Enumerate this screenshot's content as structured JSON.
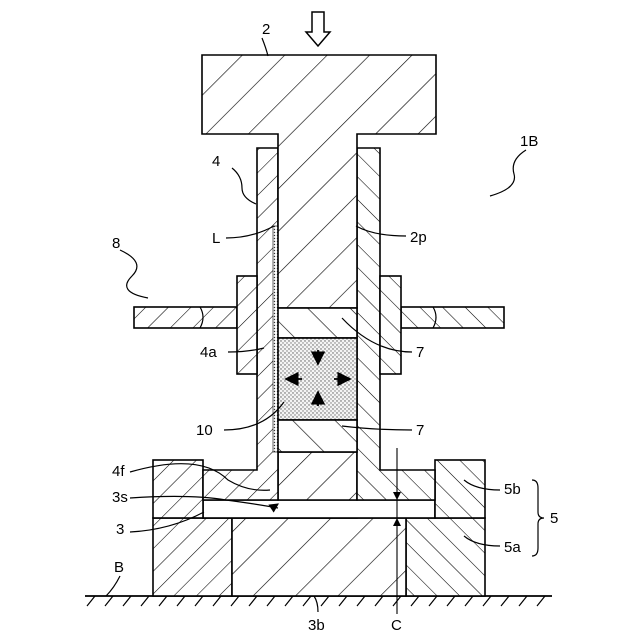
{
  "figure": {
    "labels": {
      "press": "2",
      "apparatus": "1B",
      "sleeve": "4",
      "lubricant": "L",
      "piston_face": "2p",
      "heater": "8",
      "sleeve_part": "4a",
      "upper_spacer": "7",
      "lower_spacer": "7",
      "sample": "10",
      "flange": "4f",
      "anvil_face": "3s",
      "anvil": "3",
      "anvil_base": "3b",
      "upper_ring": "5b",
      "lower_ring": "5a",
      "holder": "5",
      "base": "B",
      "clearance": "C"
    }
  }
}
